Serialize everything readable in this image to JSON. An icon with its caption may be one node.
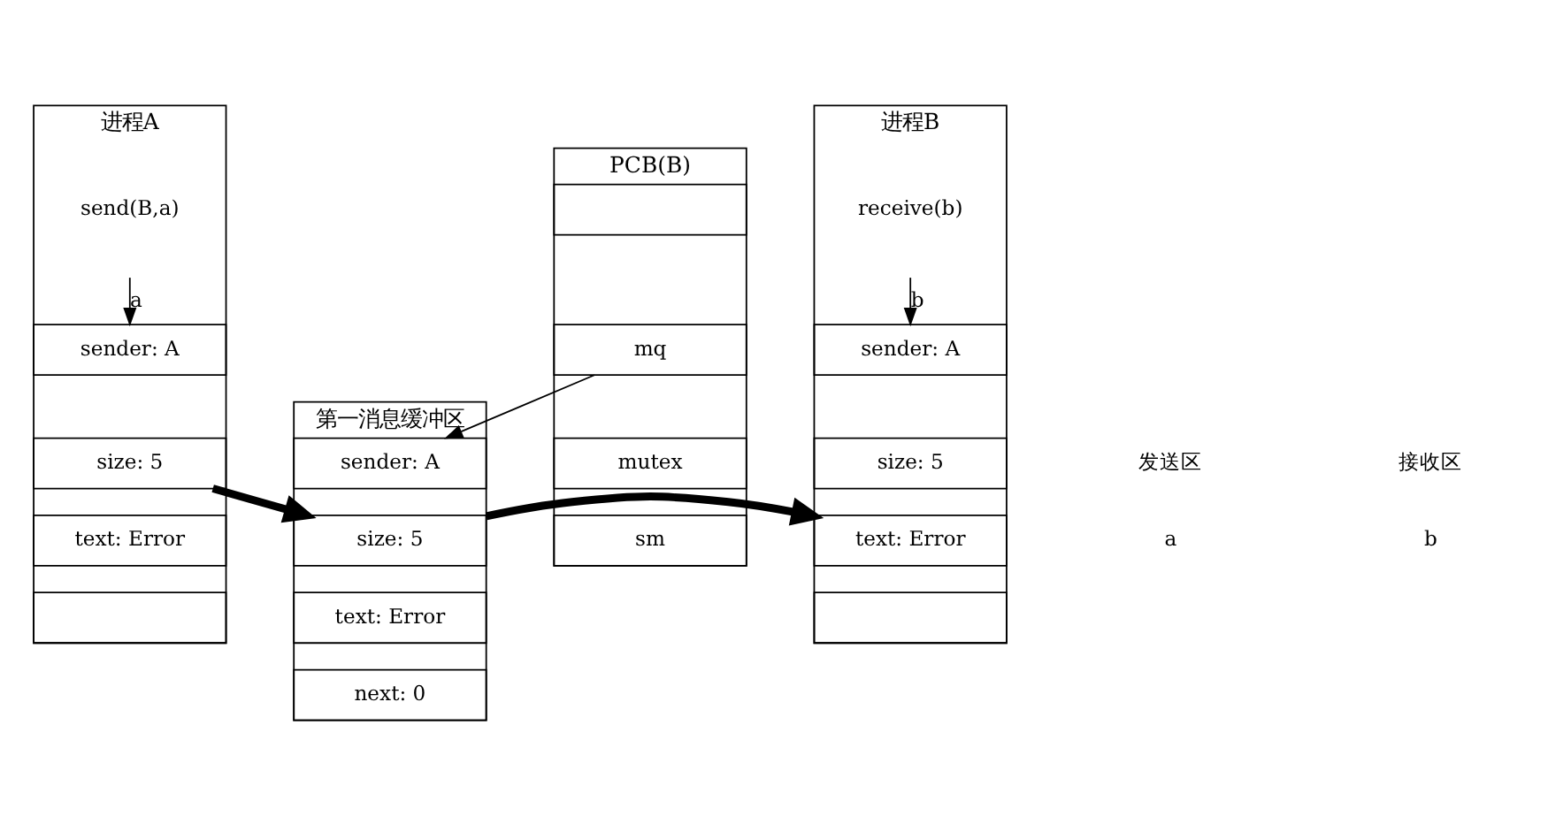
{
  "diagram": {
    "nodes": [
      {
        "text": [
          "进程A"
        ]
      },
      {
        "text": [
          "send(B,a)"
        ],
        "in": 0
      },
      {
        "text": [
          "sender: A"
        ],
        "in": 0
      },
      {
        "text": [
          "size: 5"
        ],
        "in": 0
      },
      {
        "text": [
          "text: Error"
        ],
        "in": 0
      },
      {
        "text": [],
        "shape": "box",
        "in": 0
      },
      {
        "text": [
          "PCB(B)"
        ]
      },
      {
        "text": [],
        "shape": "box",
        "in": 6
      },
      {
        "text": [
          "mq"
        ],
        "in": 6
      },
      {
        "text": [
          "mutex"
        ],
        "in": 6
      },
      {
        "text": [
          "sm"
        ],
        "in": 6
      },
      {
        "text": [
          "第一消息缓冲区"
        ]
      },
      {
        "text": [
          "sender: A"
        ],
        "in": 11
      },
      {
        "text": [
          "size: 5"
        ],
        "in": 11
      },
      {
        "text": [
          "text: Error"
        ],
        "in": 11
      },
      {
        "text": [
          "next: 0"
        ],
        "in": 11
      },
      {
        "text": [
          "进程B"
        ]
      },
      {
        "text": [
          "receive(b)"
        ],
        "in": 16
      },
      {
        "text": [
          "sender: A"
        ],
        "in": 16
      },
      {
        "text": [
          "size: 5"
        ],
        "in": 16
      },
      {
        "text": [
          "text: Error"
        ],
        "in": 16
      },
      {
        "text": [],
        "shape": "box",
        "in": 16
      }
    ],
    "edges": [
      {
        "from": 1,
        "to": 2,
        "arrow": "to",
        "label": "a"
      },
      {
        "from": 8,
        "to": 12,
        "arrow": "to"
      },
      {
        "from": 17,
        "to": 18,
        "arrow": "to",
        "label": "b"
      },
      {
        "from": 3,
        "to": 13,
        "arrow": "to",
        "style": "thick"
      },
      {
        "from": 13,
        "to": 20,
        "arrow": "to",
        "style": "thick"
      }
    ],
    "labels": [
      "发送区",
      "a",
      "接收区",
      "b"
    ]
  }
}
